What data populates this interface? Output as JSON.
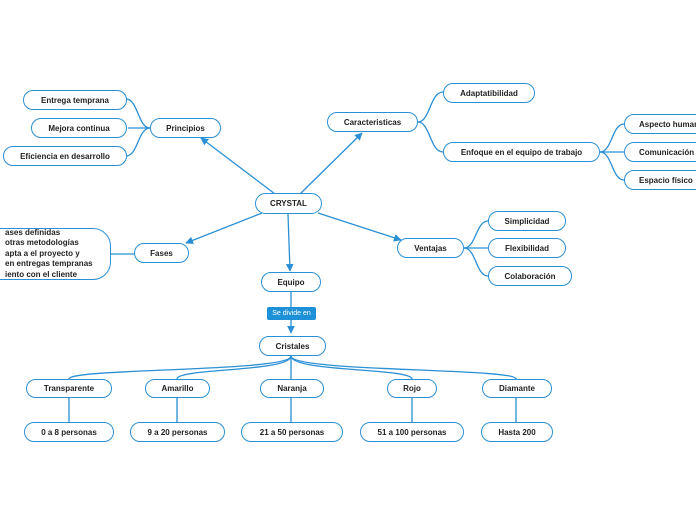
{
  "central": "CRYSTAL",
  "principios": {
    "title": "Principios",
    "items": [
      "Entrega temprana",
      "Mejora continua",
      "Eficiencia en desarrollo"
    ]
  },
  "caracteristicas": {
    "title": "Caracteristicas",
    "items": [
      "Adaptatibilidad",
      "Enfoque en el equipo de trabajo"
    ],
    "enfoque_items": [
      "Aspecto humano",
      "Comunicación",
      "Espacio físico"
    ]
  },
  "fases": {
    "title": "Fases",
    "detail_lines": [
      "ases definidas",
      "otras metodologías",
      "apta a el proyecto y",
      "en entregas tempranas",
      "iento con el cliente"
    ]
  },
  "ventajas": {
    "title": "Ventajas",
    "items": [
      "Simplicidad",
      "Flexibilidad",
      "Colaboración"
    ]
  },
  "equipo": {
    "title": "Equipo",
    "relation_label": "Se divide en",
    "cristales_title": "Cristales",
    "cristales": [
      {
        "name": "Transparente",
        "range": "0 a 8 personas"
      },
      {
        "name": "Amarillo",
        "range": "9 a 20 personas"
      },
      {
        "name": "Naranja",
        "range": "21 a 50 personas"
      },
      {
        "name": "Rojo",
        "range": "51 a 100 personas"
      },
      {
        "name": "Diamante",
        "range": "Hasta 200"
      }
    ]
  },
  "colors": {
    "line": "#2a8fd4",
    "label_bg": "#1e90d8",
    "node_border": "#2a8fd4"
  }
}
